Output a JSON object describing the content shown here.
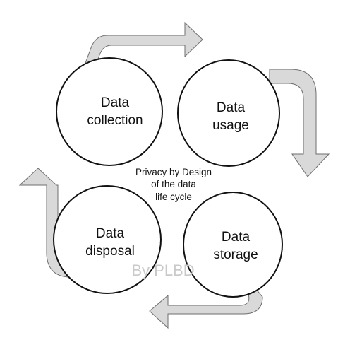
{
  "diagram": {
    "nodes": [
      {
        "id": "collection",
        "lines": [
          "Data",
          "collection"
        ]
      },
      {
        "id": "usage",
        "lines": [
          "Data",
          "usage"
        ]
      },
      {
        "id": "storage",
        "lines": [
          "Data",
          "storage"
        ]
      },
      {
        "id": "disposal",
        "lines": [
          "Data",
          "disposal"
        ]
      }
    ],
    "center_lines": [
      "Privacy by Design",
      "of the data",
      "life cycle"
    ],
    "watermark": "By PLBD",
    "colors": {
      "arrow_fill": "#d9d9d9",
      "arrow_stroke": "#6e6e6e",
      "circle_fill": "#ffffff",
      "circle_stroke": "#111111",
      "watermark": "#c9c9c9"
    }
  }
}
